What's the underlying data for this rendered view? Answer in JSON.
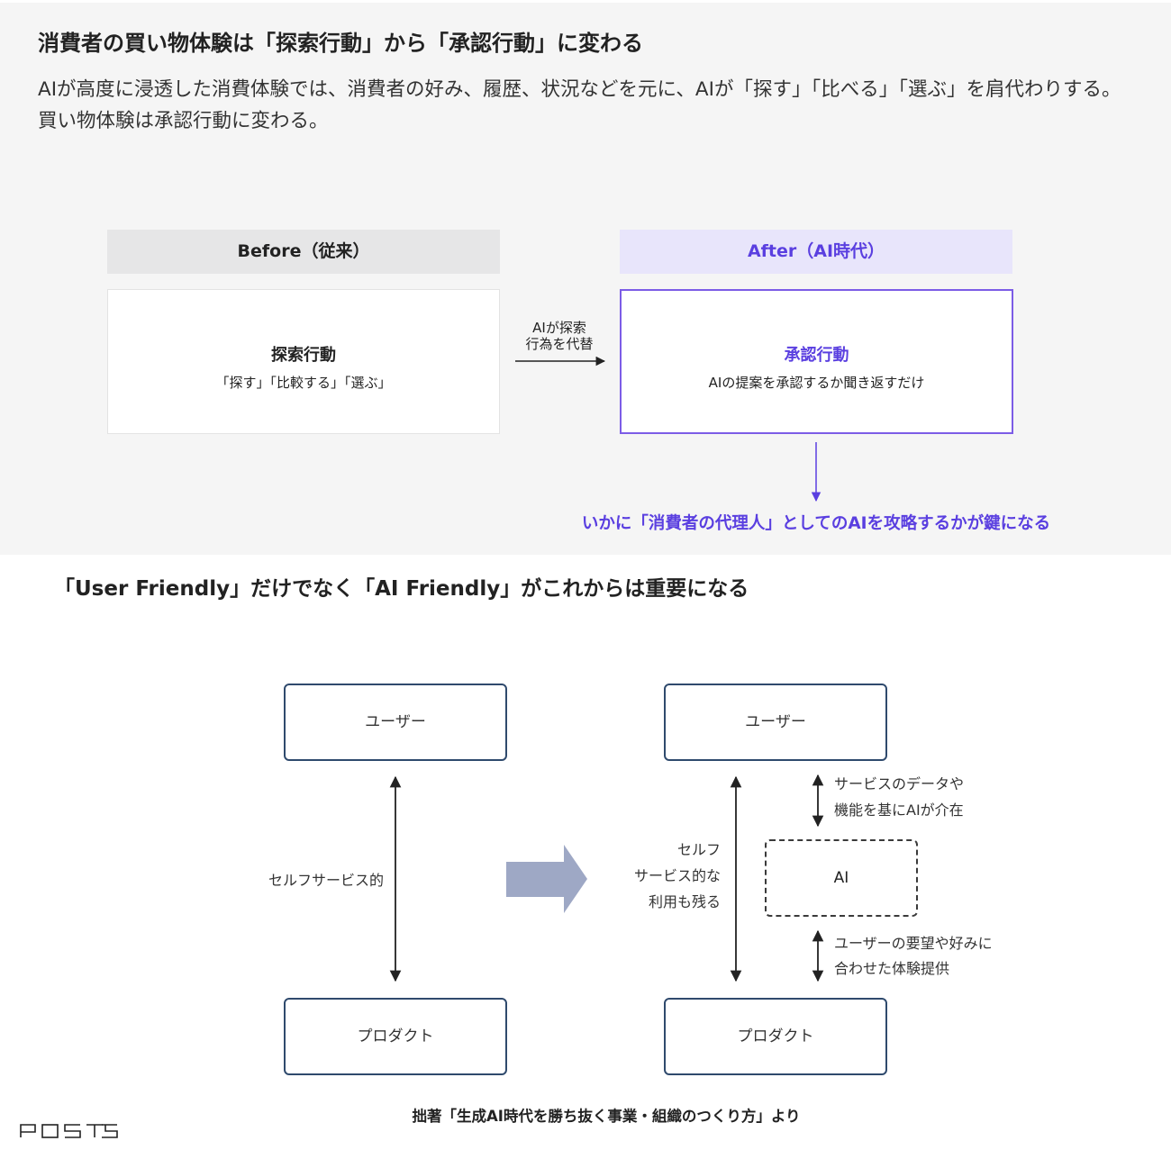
{
  "main_title": "消費者の買い物体験は「探索行動」から「承認行動」に変わる",
  "lead_text": "AIが高度に浸透した消費体験では、消費者の好み、履歴、状況などを元に、AIが「探す」「比べる」「選ぶ」を肩代わりする。買い物体験は承認行動に変わる。",
  "before": {
    "header": "Before（従来）",
    "title": "探索行動",
    "subtitle": "「探す」「比較する」「選ぶ」"
  },
  "transition": {
    "line1": "AIが探索",
    "line2": "行為を代替"
  },
  "after": {
    "header": "After（AI時代）",
    "title": "承認行動",
    "subtitle": "AIの提案を承認するか聞き返すだけ"
  },
  "key_point": "いかに「消費者の代理人」としてのAIを攻略するかが鍵になる",
  "section_title": "「User Friendly」だけでなく「AI Friendly」がこれからは重要になる",
  "left_diagram": {
    "top_box": "ユーザー",
    "bottom_box": "プロダクト",
    "arrow_label": "セルフサービス的"
  },
  "right_diagram": {
    "top_box": "ユーザー",
    "bottom_box": "プロダクト",
    "ai_box": "AI",
    "self_label_lines": [
      "セルフ",
      "サービス的な",
      "利用も残る"
    ],
    "upper_label_lines": [
      "サービスのデータや",
      "機能を基にAIが介在"
    ],
    "lower_label_lines": [
      "ユーザーの要望や好みに",
      "合わせた体験提供"
    ]
  },
  "caption": "拙著「生成AI時代を勝ち抜く事業・組織のつくり方」より",
  "logo_text": "POSTS",
  "colors": {
    "accent_purple": "#5a3fe0",
    "box_border_navy": "#2f4a6d",
    "big_arrow": "#9ea8c5"
  }
}
